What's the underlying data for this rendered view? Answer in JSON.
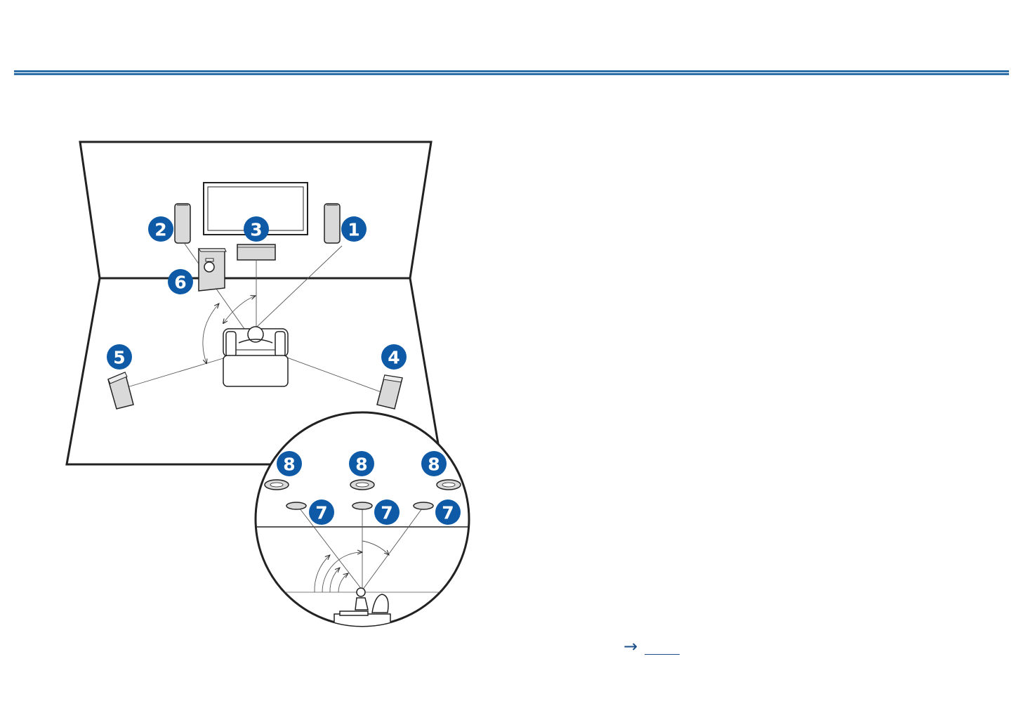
{
  "colors": {
    "header_rule": "#2d6fa8",
    "badge": "#0e5aa7",
    "line": "#222222",
    "speaker_fill": "#d9d9d9"
  },
  "speakers": {
    "front_right": "1",
    "front_left": "2",
    "center": "3",
    "surround_right": "4",
    "surround_left": "5",
    "subwoofer": "6",
    "top_middle": "7",
    "top_front_back": "8"
  },
  "reference": {
    "arrow": "→"
  }
}
